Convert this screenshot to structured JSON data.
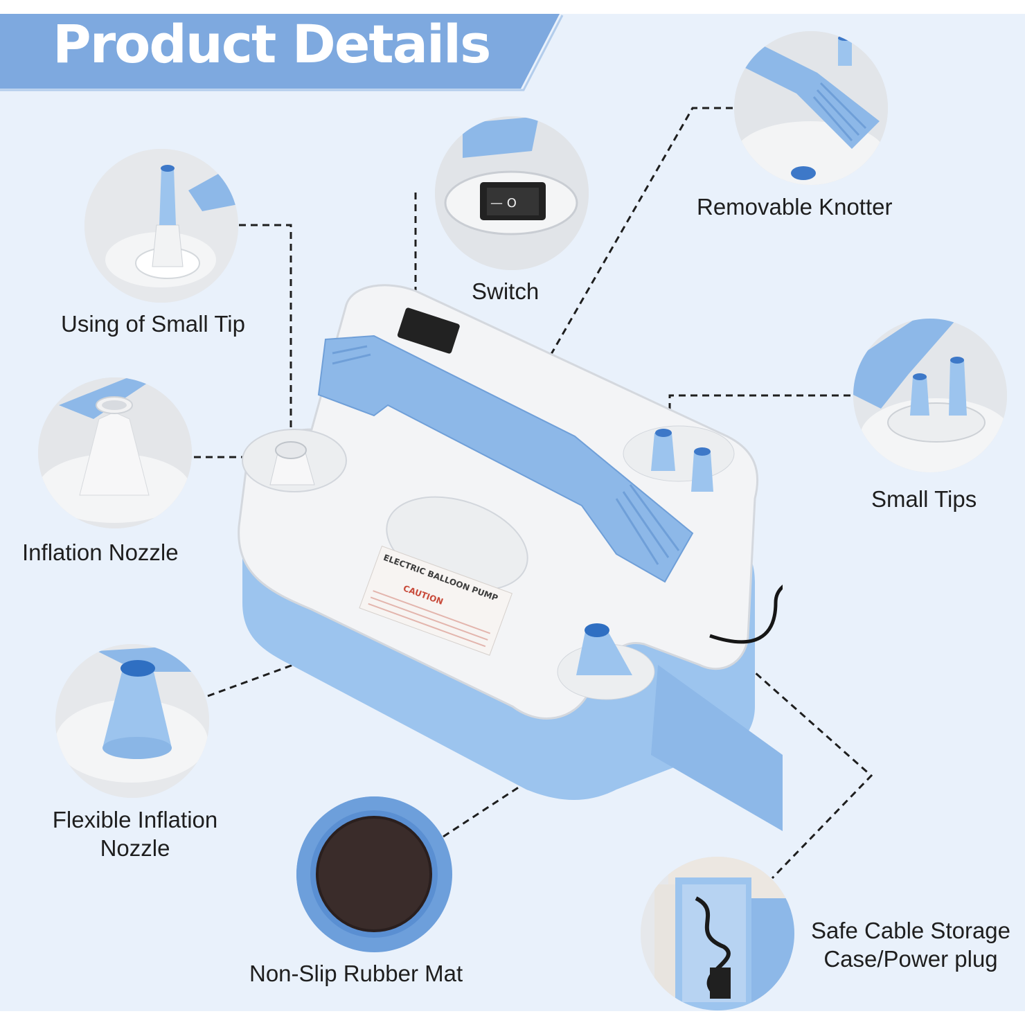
{
  "header": {
    "title": "Product Details"
  },
  "callouts": {
    "small_tip_usage": "Using of Small Tip",
    "inflation_nozzle": "Inflation Nozzle",
    "flexible_nozzle_line1": "Flexible Inflation",
    "flexible_nozzle_line2": "Nozzle",
    "switch": "Switch",
    "removable_knotter": "Removable Knotter",
    "small_tips": "Small Tips",
    "rubber_mat": "Non-Slip Rubber Mat",
    "cable_storage_line1": "Safe Cable Storage",
    "cable_storage_line2": "Case/Power plug"
  },
  "product": {
    "sticker_title": "ELECTRIC BALLOON PUMP",
    "sticker_caution": "CAUTION",
    "switch_marks": "— O"
  },
  "colors": {
    "background": "#e9f1fb",
    "banner_blue": "#7ea9df",
    "pump_blue": "#9cc4ee",
    "pump_white": "#f3f4f6",
    "text": "#1e1e1e"
  }
}
